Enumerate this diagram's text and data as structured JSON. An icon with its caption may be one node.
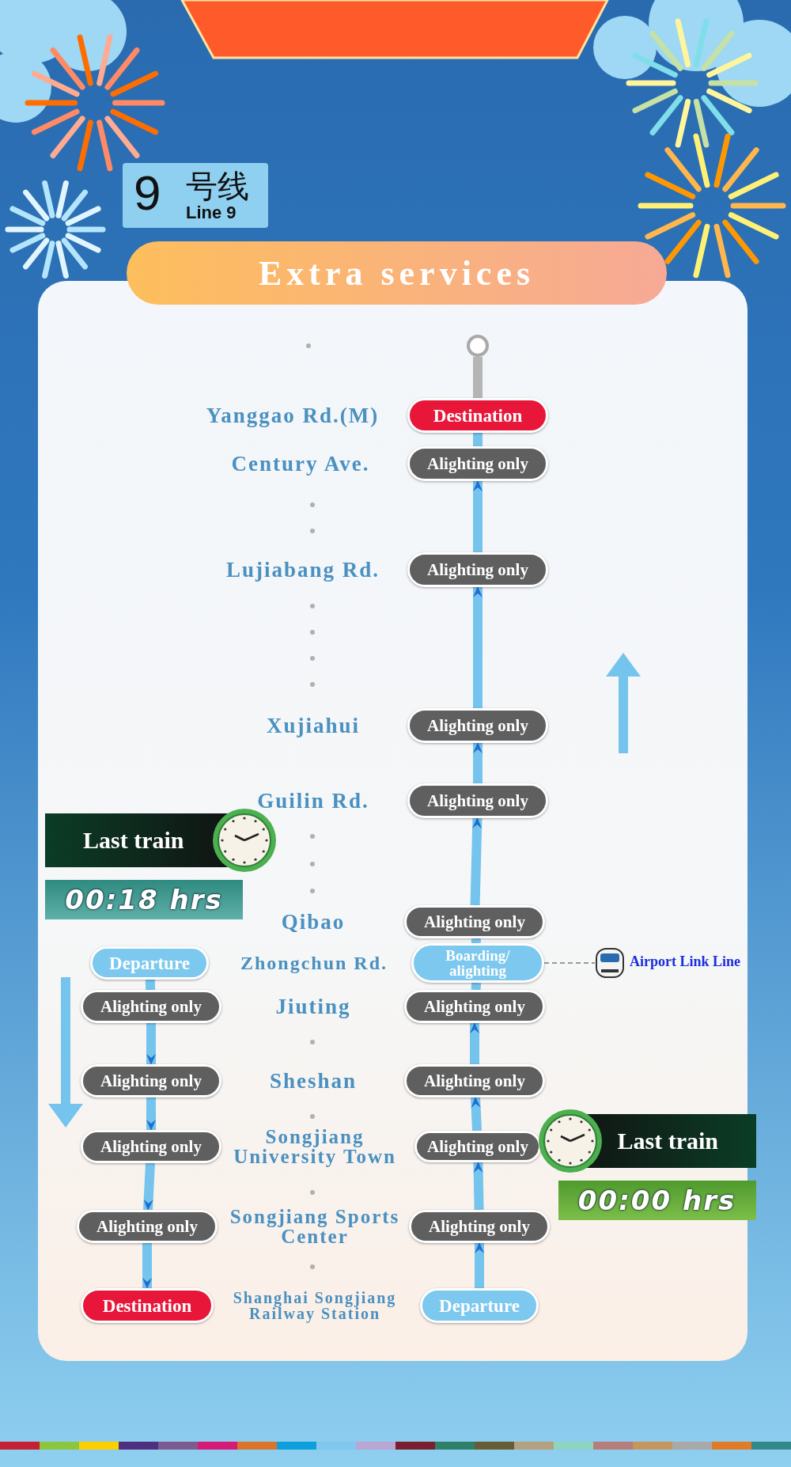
{
  "diagram": {
    "title": "Extra services",
    "nodes": [
      {
        "text": [
          "9",
          "号线",
          "Line 9"
        ]
      },
      {
        "text": [],
        "shape": "circle"
      },
      {
        "text": [
          "Destination"
        ]
      },
      {
        "text": [
          "Alighting only"
        ]
      },
      {
        "text": [
          "Alighting only"
        ]
      },
      {
        "text": [
          "Alighting only"
        ]
      },
      {
        "text": [
          "Alighting only"
        ]
      },
      {
        "text": [
          "Last train"
        ],
        "beside": [
          "00:18 hrs"
        ]
      },
      {
        "text": [
          "Alighting only"
        ]
      },
      {
        "text": [
          "Departure"
        ]
      },
      {
        "text": [
          "Boarding/ alighting"
        ]
      },
      {
        "text": [],
        "shape": "picture",
        "beside": [
          "Airport Link Line"
        ]
      },
      {
        "text": [
          "Alighting only"
        ]
      },
      {
        "text": [
          "Alighting only"
        ]
      },
      {
        "text": [
          "Alighting only"
        ]
      },
      {
        "text": [
          "Alighting only"
        ]
      },
      {
        "text": [
          "Alighting only"
        ]
      },
      {
        "text": [
          "Alighting only"
        ]
      },
      {
        "text": [
          "Last train"
        ],
        "beside": [
          "00:00 hrs"
        ]
      },
      {
        "text": [
          "Alighting only"
        ]
      },
      {
        "text": [
          "Alighting only"
        ]
      },
      {
        "text": [
          "Destination"
        ]
      },
      {
        "text": [
          "Departure"
        ]
      }
    ],
    "edges": [
      {
        "from": 22,
        "to": 20,
        "arrow": "to"
      },
      {
        "from": 20,
        "to": 17,
        "arrow": "to"
      },
      {
        "from": 17,
        "to": 15,
        "arrow": "to"
      },
      {
        "from": 15,
        "to": 13,
        "arrow": "to"
      },
      {
        "from": 13,
        "to": 10,
        "arrow": "none"
      },
      {
        "from": 10,
        "to": 8,
        "arrow": "none"
      },
      {
        "from": 8,
        "to": 6,
        "arrow": "to"
      },
      {
        "from": 6,
        "to": 5,
        "arrow": "to"
      },
      {
        "from": 5,
        "to": 4,
        "arrow": "to"
      },
      {
        "from": 4,
        "to": 3,
        "arrow": "to"
      },
      {
        "from": 3,
        "to": 2,
        "arrow": "none"
      },
      {
        "from": 2,
        "to": 1,
        "arrow": "none",
        "color": "#b5b5b5"
      },
      {
        "from": 9,
        "to": 12,
        "arrow": "none"
      },
      {
        "from": 12,
        "to": 14,
        "arrow": "to"
      },
      {
        "from": 14,
        "to": 16,
        "arrow": "to"
      },
      {
        "from": 16,
        "to": 19,
        "arrow": "to"
      },
      {
        "from": 19,
        "to": 21,
        "arrow": "to"
      },
      {
        "from": 10,
        "to": 11,
        "arrow": "none",
        "style": "dashed",
        "color": "#999999"
      }
    ],
    "labels": [
      "Yanggao Rd.(M)",
      "Century Ave.",
      "Lujiabang Rd.",
      "Xujiahui",
      "Guilin Rd.",
      "Qibao",
      "Zhongchun Rd.",
      "Jiuting",
      "Sheshan",
      "Songjiang University Town",
      "Songjiang Sports Center",
      "Shanghai Songjiang Railway Station"
    ]
  }
}
